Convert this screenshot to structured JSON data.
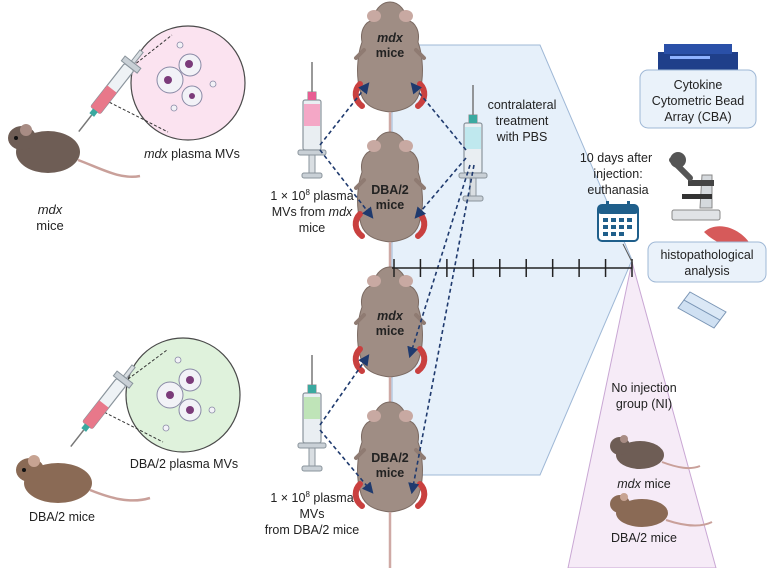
{
  "colors": {
    "pink_circle": "#fbe3f0",
    "green_circle": "#dff2dc",
    "timeline_fill": "#e6f0fa",
    "ni_fill": "#f6ebf7",
    "mouse_dark": "#6e5d55",
    "mouse_brown": "#8a6a55",
    "dashed_arrow": "#1f3a6e"
  },
  "icons": [
    "syringe-icon",
    "mouse-icon",
    "vesicle-icon",
    "calendar-icon",
    "microscope-icon",
    "cytometer-icon",
    "muscle-icon",
    "slide-icon"
  ],
  "left_groups": [
    {
      "mouse_label_line1": "mdx",
      "mouse_label_line2": "mice",
      "circle_label_italic": "mdx",
      "circle_label_rest": " plasma MVs"
    },
    {
      "mouse_label_line1": "DBA/2 mice",
      "circle_label": "DBA/2 plasma MVs"
    }
  ],
  "dose": {
    "top_line1": "1 × 10",
    "top_exp": "8",
    "top_line1_rest": " plasma",
    "top_line2_a": "MVs from ",
    "top_line2_italic": "mdx",
    "top_line3": "mice",
    "bottom_line1": "1 × 10",
    "bottom_exp": "8",
    "bottom_line1_rest": " plasma",
    "bottom_line2": "MVs",
    "bottom_line3": "from DBA/2 mice"
  },
  "treated_mice": [
    {
      "line1": "mdx",
      "line2": "mice"
    },
    {
      "line1": "DBA/2",
      "line2": "mice"
    },
    {
      "line1": "mdx",
      "line2": "mice"
    },
    {
      "line1": "DBA/2",
      "line2": "mice"
    }
  ],
  "contralateral": {
    "line1": "contralateral",
    "line2": "treatment",
    "line3": "with PBS"
  },
  "timeline_note": {
    "line1": "10 days after",
    "line2": "injection:",
    "line3": "euthanasia"
  },
  "timeline_ticks": 10,
  "cba": {
    "line1": "Cytokine",
    "line2": "Cytometric Bead",
    "line3": "Array (CBA)"
  },
  "histo": {
    "line1": "histopathological",
    "line2": "analysis"
  },
  "ni_group": {
    "title_line1": "No injection",
    "title_line2": "group (NI)",
    "mouse1_italic": "mdx",
    "mouse1_rest": " mice",
    "mouse2": "DBA/2 mice"
  }
}
